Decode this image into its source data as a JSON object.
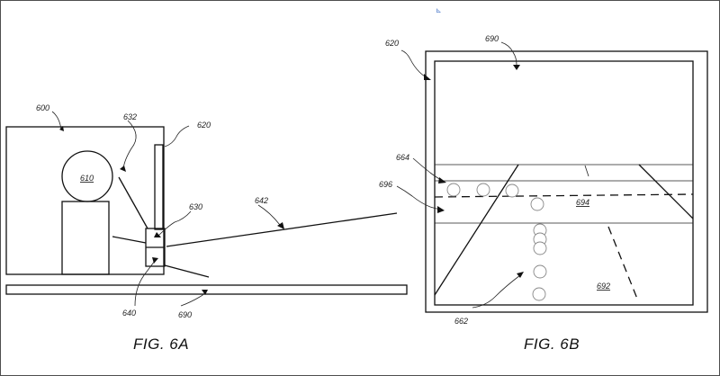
{
  "fig_a": {
    "caption": "FIG. 6A",
    "labels": {
      "r600": "600",
      "r610": "610",
      "r620": "620",
      "r630": "630",
      "r632": "632",
      "r640": "640",
      "r642": "642",
      "r690": "690"
    }
  },
  "fig_b": {
    "caption": "FIG. 6B",
    "labels": {
      "r620": "620",
      "r690": "690",
      "r664": "664",
      "r696": "696",
      "r694": "694",
      "r692": "692",
      "r662": "662"
    }
  },
  "colors": {
    "line": "#111111",
    "circle_stroke": "#888888",
    "background": "#ffffff"
  }
}
